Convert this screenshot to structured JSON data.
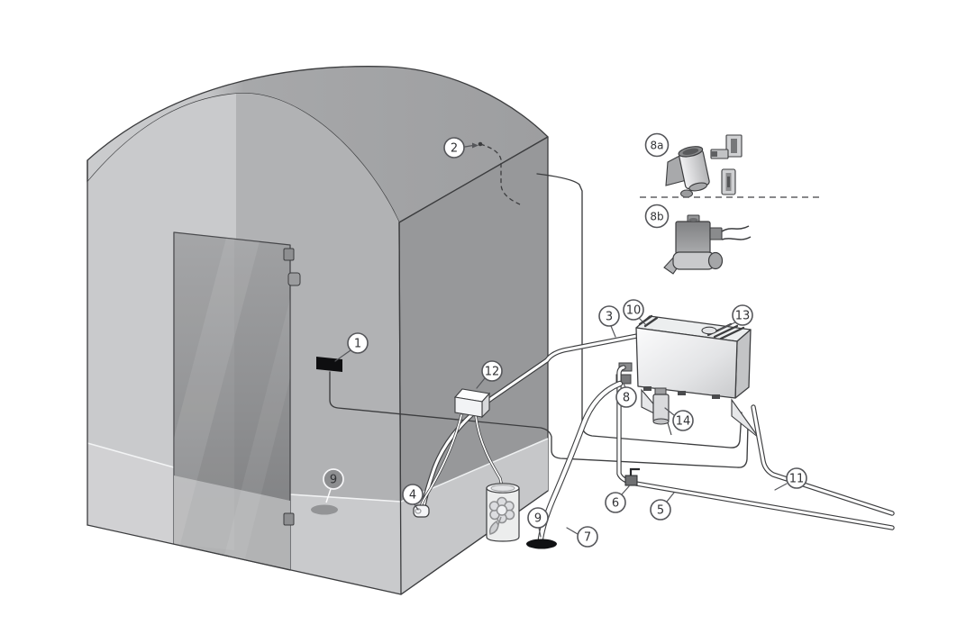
{
  "figure": {
    "type": "steam-room-installation-diagram",
    "background": "#ffffff",
    "colors": {
      "outline": "#3c3d3f",
      "roof_light": "#c9cacc",
      "roof_dark": "#9d9ea0",
      "wall_front_light": "#c9cacc",
      "wall_front_shaded": "#b1b2b4",
      "wall_right": "#97989a",
      "floor_plinth": "#c6c7c9",
      "door_glass_top": "#9fa0a2",
      "door_glass_bottom": "#7b7c7e",
      "control_panel": "#0e0e10",
      "floor_drain_outside": "#101113",
      "generator_body": "#e8e9eb",
      "callout_fill": "#ffffff",
      "callout_stroke": "#55565a",
      "callout_filled_fill": "#8d8e90"
    },
    "callouts": [
      {
        "id": "1",
        "label": "1",
        "part": "control-panel",
        "style": "outline"
      },
      {
        "id": "2",
        "label": "2",
        "part": "temperature-sensor",
        "style": "outline"
      },
      {
        "id": "3",
        "label": "3",
        "part": "steam-pipe",
        "style": "outline"
      },
      {
        "id": "4",
        "label": "4",
        "part": "steam-head",
        "style": "outline"
      },
      {
        "id": "5",
        "label": "5",
        "part": "water-supply-pipe",
        "style": "outline"
      },
      {
        "id": "6",
        "label": "6",
        "part": "shut-off-valve",
        "style": "outline"
      },
      {
        "id": "7",
        "label": "7",
        "part": "drain-hose",
        "style": "outline"
      },
      {
        "id": "8",
        "label": "8",
        "part": "drain-connection",
        "style": "outline"
      },
      {
        "id": "8a",
        "label": "8a",
        "part": "manual-drain-valve-kit",
        "style": "outline"
      },
      {
        "id": "8b",
        "label": "8b",
        "part": "automatic-drain-valve",
        "style": "outline"
      },
      {
        "id": "9i",
        "label": "9",
        "part": "floor-drain-inside-room",
        "style": "filled"
      },
      {
        "id": "9o",
        "label": "9",
        "part": "floor-drain-outside-room",
        "style": "outline"
      },
      {
        "id": "10",
        "label": "10",
        "part": "steam-generator",
        "style": "outline"
      },
      {
        "id": "11",
        "label": "11",
        "part": "power-cable",
        "style": "outline"
      },
      {
        "id": "12",
        "label": "12",
        "part": "fragrance-pump",
        "style": "outline"
      },
      {
        "id": "13",
        "label": "13",
        "part": "filler-cap",
        "style": "outline"
      },
      {
        "id": "14",
        "label": "14",
        "part": "drain-funnel",
        "style": "outline"
      }
    ]
  }
}
